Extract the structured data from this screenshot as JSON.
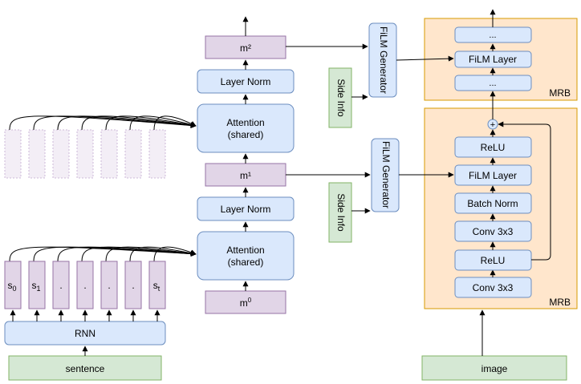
{
  "colors": {
    "blue_fill": "#dae8fc",
    "blue_stroke": "#6c8ebf",
    "purple_fill": "#e1d5e7",
    "purple_stroke": "#9673a6",
    "green_fill": "#d5e8d4",
    "green_stroke": "#82b366",
    "orange_fill": "#ffe6cc",
    "orange_stroke": "#d79b00"
  },
  "inputs": {
    "sentence": "sentence",
    "image": "image"
  },
  "rnn": {
    "label": "RNN"
  },
  "states": [
    "s",
    "s",
    ".",
    ".",
    ".",
    ".",
    "s"
  ],
  "state_subs": [
    "0",
    "1",
    "",
    "",
    "",
    "",
    "t"
  ],
  "memory": {
    "m0_base": "m",
    "m0_sup": "0",
    "m1": "m¹",
    "m2": "m²"
  },
  "layers": {
    "attention_line1": "Attention",
    "attention_line2": "(shared)",
    "layer_norm": "Layer Norm"
  },
  "film_generator": "FiLM Generator",
  "side_info": "Side Info",
  "mrb_label": "MRB",
  "mrb_bottom": [
    "ReLU",
    "FiLM Layer",
    "Batch Norm",
    "Conv 3x3",
    "ReLU",
    "Conv 3x3"
  ],
  "mrb_top": [
    "...",
    "FiLM Layer",
    "..."
  ],
  "sum_symbol": "+"
}
